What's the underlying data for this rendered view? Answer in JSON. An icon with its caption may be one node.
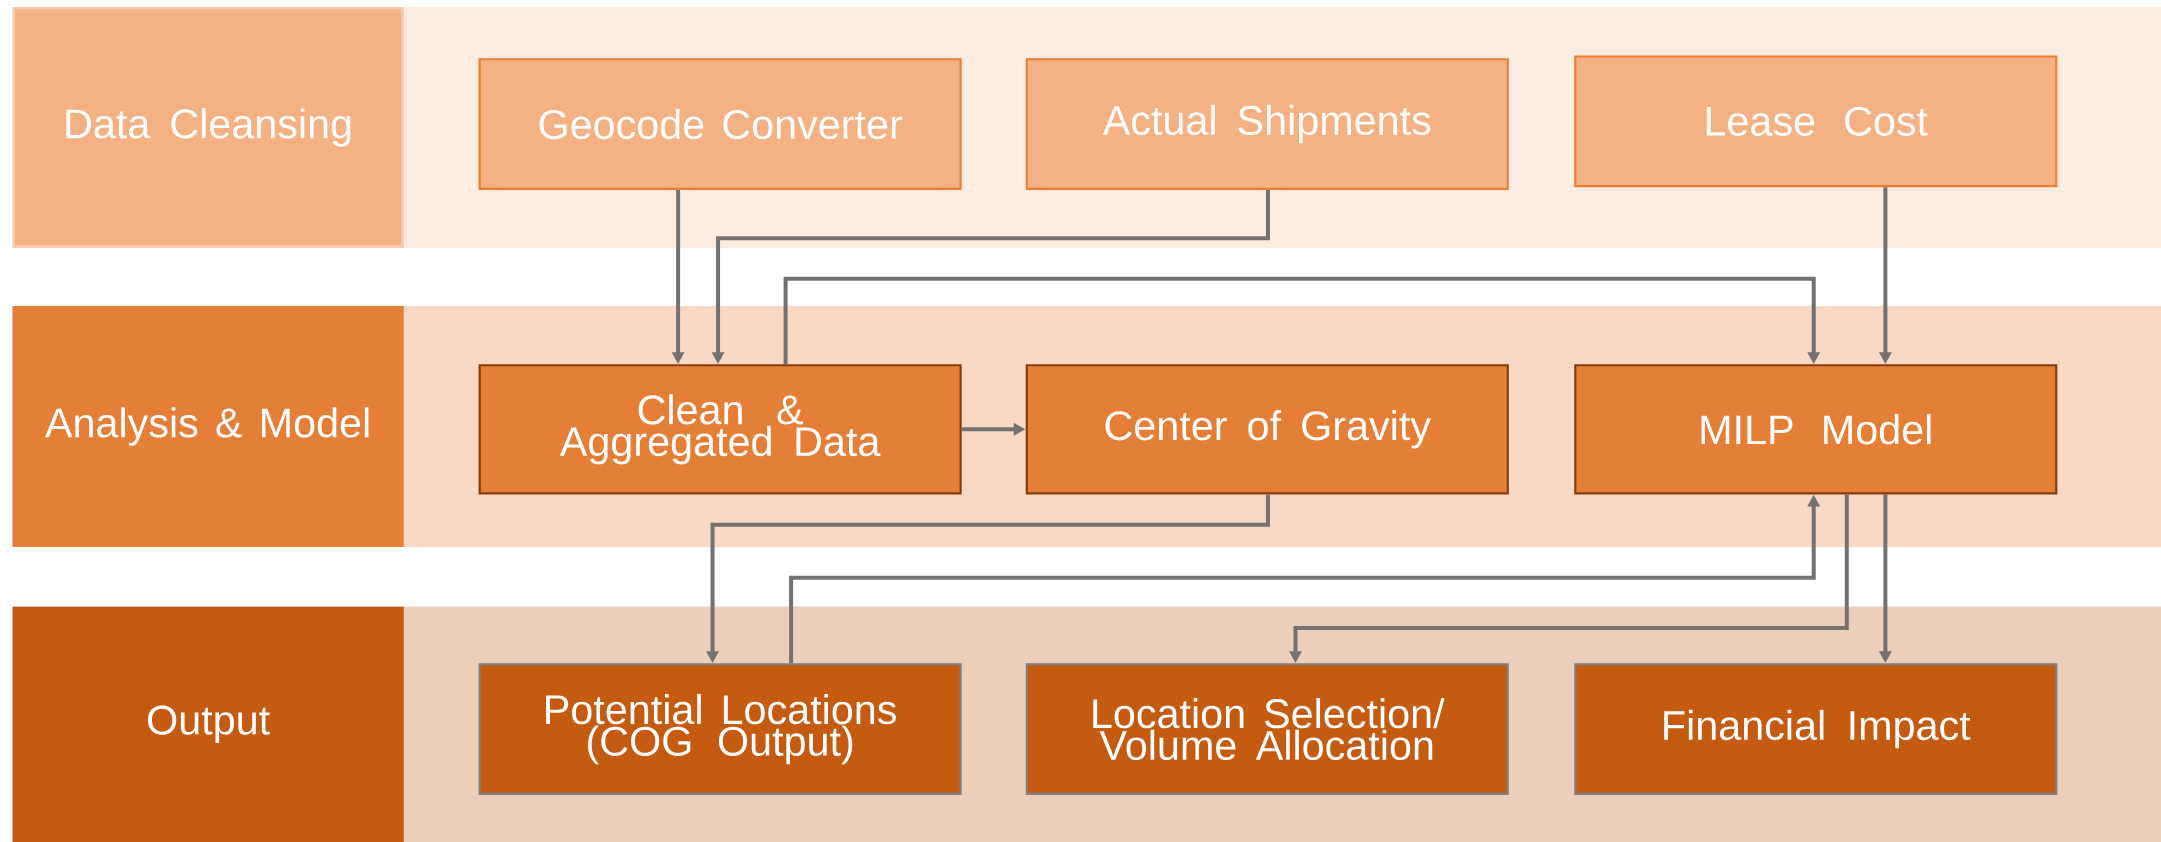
{
  "diagram": {
    "nodes": [
      {
        "text": [
          "Data Cleansing"
        ]
      },
      {
        "text": [
          "Geocode Converter"
        ],
        "in": 0
      },
      {
        "text": [
          "Actual Shipments"
        ],
        "in": 0
      },
      {
        "text": [
          "Lease Cost"
        ],
        "in": 0
      },
      {
        "text": [
          "Analysis & Model"
        ]
      },
      {
        "text": [
          "Clean & Aggregated Data"
        ],
        "in": 4
      },
      {
        "text": [
          "Center of Gravity"
        ],
        "in": 4
      },
      {
        "text": [
          "MILP Model"
        ],
        "in": 4
      },
      {
        "text": [
          "Output"
        ]
      },
      {
        "text": [
          "Potential Locations (COG Output)"
        ],
        "in": 8
      },
      {
        "text": [
          "Location Selection/ Volume Allocation"
        ],
        "in": 8
      },
      {
        "text": [
          "Financial Impact"
        ],
        "in": 8
      }
    ],
    "edges": [
      {
        "from": 1,
        "to": 5,
        "arrow": "to"
      },
      {
        "from": 2,
        "to": 5,
        "arrow": "to"
      },
      {
        "from": 3,
        "to": 7,
        "arrow": "to"
      },
      {
        "from": 5,
        "to": 7,
        "arrow": "to"
      },
      {
        "from": 5,
        "to": 6,
        "arrow": "to"
      },
      {
        "from": 6,
        "to": 9,
        "arrow": "to"
      },
      {
        "from": 9,
        "to": 7,
        "arrow": "to"
      },
      {
        "from": 7,
        "to": 10,
        "arrow": "to"
      },
      {
        "from": 7,
        "to": 11,
        "arrow": "to"
      }
    ]
  }
}
